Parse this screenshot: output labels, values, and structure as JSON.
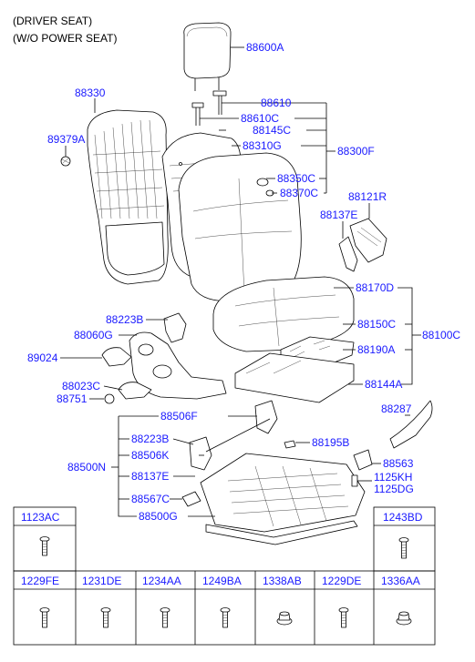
{
  "header": {
    "line1": "(DRIVER SEAT)",
    "line2": "(W/O POWER SEAT)"
  },
  "labels": {
    "p88600A": "88600A",
    "p88330": "88330",
    "p88610": "88610",
    "p88610C": "88610C",
    "p88145C": "88145C",
    "p89379A": "89379A",
    "p88310G": "88310G",
    "p88300F": "88300F",
    "p88350C": "88350C",
    "p88370C": "88370C",
    "p88121R": "88121R",
    "p88137E_a": "88137E",
    "p88170D": "88170D",
    "p88223B_a": "88223B",
    "p88150C": "88150C",
    "p88100C": "88100C",
    "p88060G": "88060G",
    "p88190A": "88190A",
    "p89024": "89024",
    "p88144A": "88144A",
    "p88023C": "88023C",
    "p88751": "88751",
    "p88287": "88287",
    "p88506F": "88506F",
    "p88223B_b": "88223B",
    "p88195B": "88195B",
    "p88506K": "88506K",
    "p88500N": "88500N",
    "p88137E_b": "88137E",
    "p88563": "88563",
    "p1125KH": "1125KH",
    "p1125DG": "1125DG",
    "p88567C": "88567C",
    "p88500G": "88500G"
  },
  "fastener_table": {
    "top_left": "1123AC",
    "top_right": "1243BD",
    "bottom": [
      "1229FE",
      "1231DE",
      "1234AA",
      "1249BA",
      "1338AB",
      "1229DE",
      "1336AA"
    ]
  },
  "icons": {
    "bolt": "bolt-icon",
    "nut": "flange-nut-icon"
  },
  "colors": {
    "label": "#1a1aff",
    "line": "#000000"
  }
}
